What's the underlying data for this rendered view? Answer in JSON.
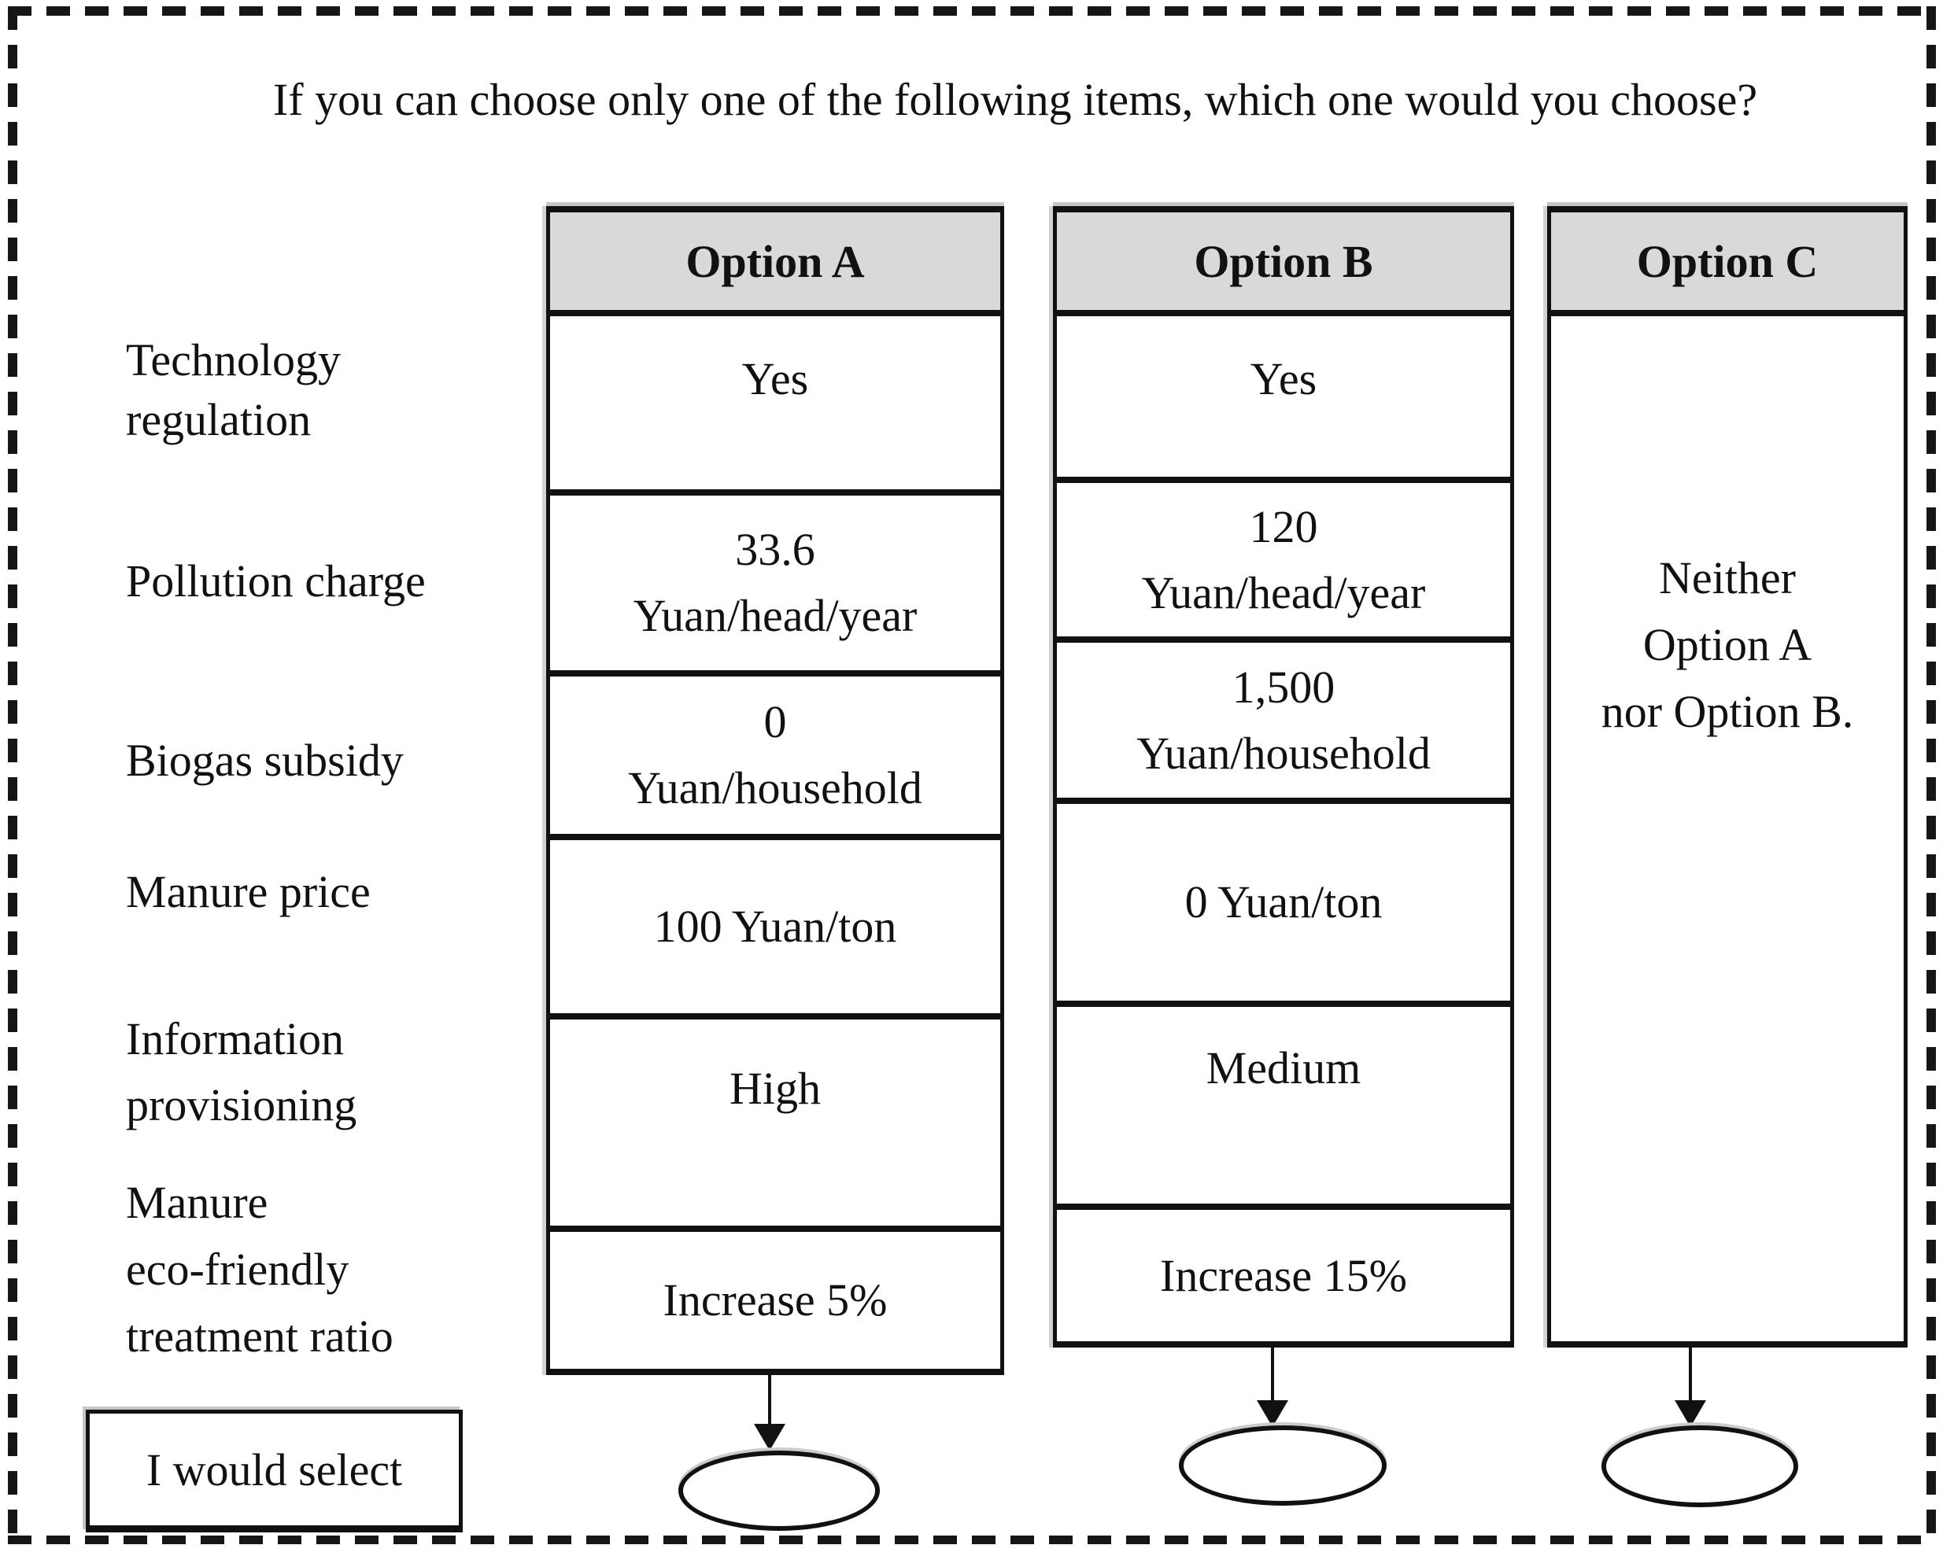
{
  "title": "If you can choose only one of the following items, which one would you choose?",
  "attributes": [
    {
      "lines": [
        "Technology",
        "regulation"
      ]
    },
    {
      "lines": [
        "Pollution charge"
      ]
    },
    {
      "lines": [
        "Biogas subsidy"
      ]
    },
    {
      "lines": [
        "Manure price"
      ]
    },
    {
      "lines": [
        "Information",
        "provisioning"
      ]
    },
    {
      "lines": [
        "Manure",
        "eco-friendly",
        "treatment ratio"
      ]
    }
  ],
  "options": [
    {
      "header": "Option A",
      "cells": [
        [
          "Yes"
        ],
        [
          "33.6",
          "Yuan/head/year"
        ],
        [
          "0",
          "Yuan/household"
        ],
        [
          "100 Yuan/ton"
        ],
        [
          "High"
        ],
        [
          "Increase 5%"
        ]
      ]
    },
    {
      "header": "Option B",
      "cells": [
        [
          "Yes"
        ],
        [
          "120",
          "Yuan/head/year"
        ],
        [
          "1,500",
          "Yuan/household"
        ],
        [
          "0 Yuan/ton"
        ],
        [
          "Medium"
        ],
        [
          "Increase 15%"
        ]
      ]
    },
    {
      "header": "Option C",
      "body": [
        "Neither",
        "Option A",
        "nor Option B."
      ]
    }
  ],
  "footer": {
    "select_label": "I would select"
  },
  "colors": {
    "header_bg": "#d9d9d9",
    "border": "#111111",
    "background": "#ffffff"
  }
}
